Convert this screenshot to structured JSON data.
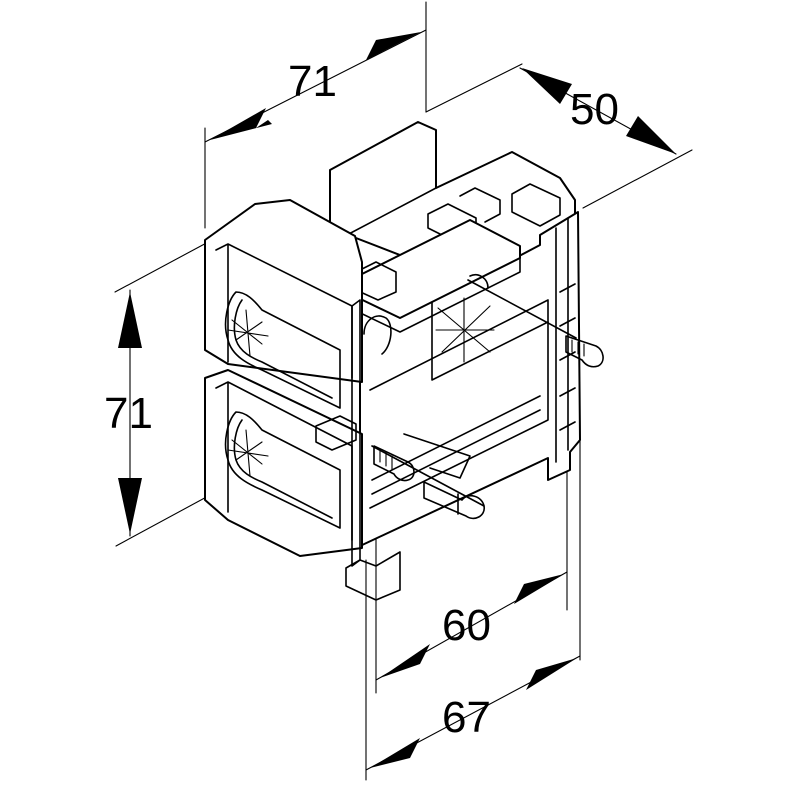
{
  "dimensions": {
    "top_width": "71",
    "depth": "50",
    "height": "71",
    "inner_width": "60",
    "outer_width": "67"
  }
}
